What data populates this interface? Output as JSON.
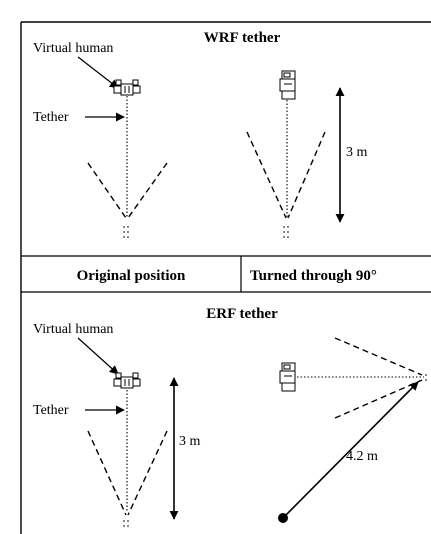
{
  "top_panel": {
    "title": "WRF tether",
    "virtual_human_label": "Virtual human",
    "tether_label": "Tether",
    "distance_label": "3 m"
  },
  "captions": {
    "left": "Original position",
    "right": "Turned through 90°"
  },
  "bottom_panel": {
    "title": "ERF tether",
    "virtual_human_label": "Virtual human",
    "tether_label": "Tether",
    "distance_label": "3 m",
    "diagonal_label": "4.2 m"
  },
  "colors": {
    "ink": "#000000",
    "background": "#ffffff"
  }
}
